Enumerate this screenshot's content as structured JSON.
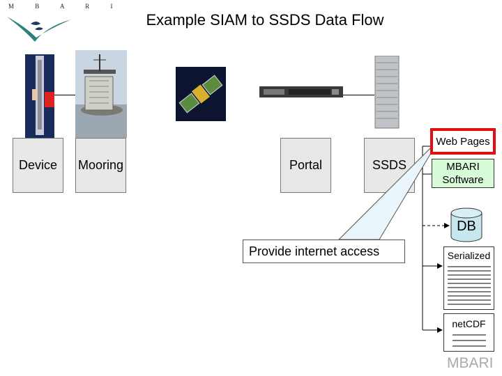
{
  "header": {
    "logo_text": "M B A R I",
    "title": "Example SIAM to SSDS Data Flow"
  },
  "nodes": {
    "device": "Device",
    "mooring": "Mooring",
    "portal": "Portal",
    "ssds": "SSDS"
  },
  "outputs": {
    "web_pages": "Web Pages",
    "mbari_software_line1": "MBARI",
    "mbari_software_line2": "Software",
    "db": "DB",
    "serialized": "Serialized",
    "netcdf": "netCDF"
  },
  "callout": {
    "text": "Provide internet access"
  },
  "footer": {
    "brand": "MBARI"
  },
  "colors": {
    "highlight_border": "#e01010",
    "software_fill": "#d8fbd8",
    "box_fill": "#e8e8e8",
    "db_fill": "#c6e7ee"
  }
}
